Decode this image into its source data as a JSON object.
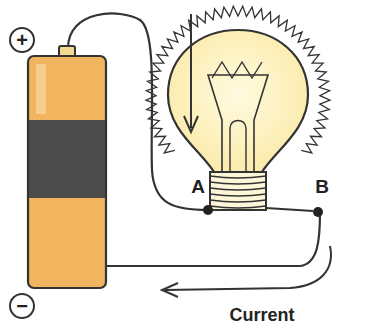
{
  "diagram": {
    "labels": [
      "+",
      "−",
      "A",
      "B",
      "Current"
    ]
  }
}
